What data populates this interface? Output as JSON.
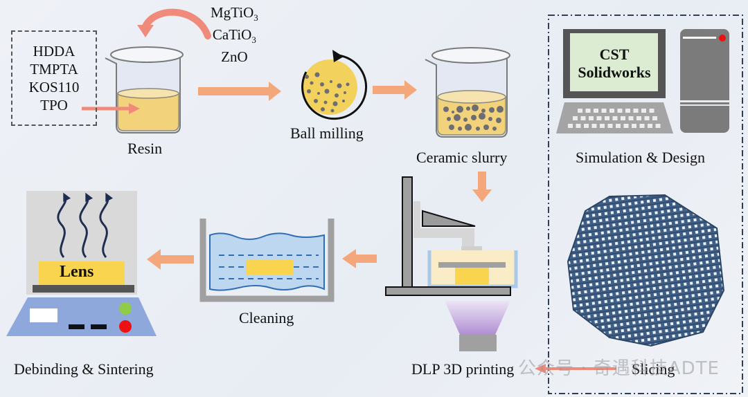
{
  "diagram": {
    "title": "Ceramic lens fabrication process via DLP 3D printing",
    "ingredients": [
      "HDDA",
      "TMPTA",
      "KOS110",
      "TPO"
    ],
    "powders": [
      {
        "base": "MgTiO",
        "sub": "3"
      },
      {
        "base": "CaTiO",
        "sub": "3"
      },
      {
        "base": "ZnO",
        "sub": ""
      }
    ],
    "steps": {
      "resin": "Resin",
      "ball_milling": "Ball milling",
      "ceramic_slurry": "Ceramic slurry",
      "simulation": "Simulation & Design",
      "slicing": "Slicing",
      "dlp": "DLP 3D printing",
      "cleaning": "Cleaning",
      "debinding": "Debinding & Sintering"
    },
    "screen_lines": [
      "CST",
      "Solidworks"
    ],
    "lens_label": "Lens",
    "watermark": "公众号 · 奇遇科技ADTE",
    "colors": {
      "flow_arrow": "#f4a77a",
      "input_arrow": "#f08a7a",
      "resin": "#f5d77a",
      "particles": "#6e6e72",
      "lattice": "#3f5f86",
      "uv_light": "#b796d6",
      "water": "#bcd7ef",
      "hotplate": "#8fa8dc",
      "sim_border": "#2f3d55"
    }
  }
}
